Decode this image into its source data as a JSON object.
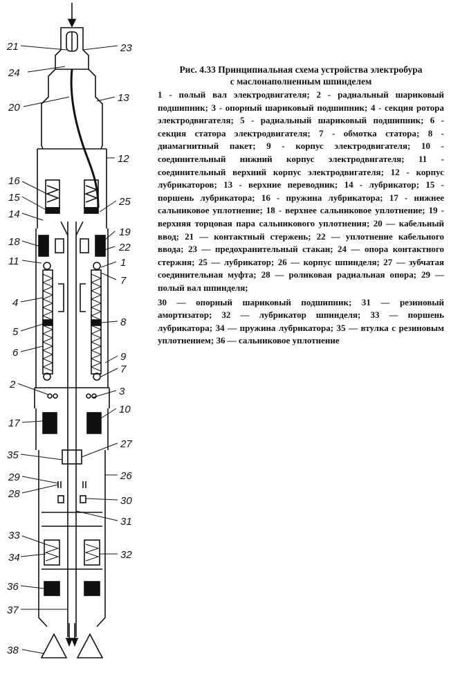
{
  "figure": {
    "title_line1": "Рис. 4.33 Принципиальная схема устройства электробура",
    "title_line2": "с маслонаполненным шпинделем",
    "legend_paragraph_1": "1 - полый вал электродвигателя; 2 - радиальный шариковый подшипник; 3 - опорный шариковый подшипник; 4 - секция ротора электродвигателя; 5 - радиальный шариковый подшипник; 6 - секция статора электродвигателя; 7 - обмотка статора; 8 - диамагнитный пакет; 9 - корпус электродвигателя; 10 - соединительный нижний корпус электродвигателя; 11 - соединительный верхний корпус электродвигателя; 12 - корпус лубрикаторов; 13 - верхние переводник; 14 - лубрикатор; 15 - поршень лубрикатора; 16 - пружина лубрикатора; 17 - нижнее сальниковое уплотнение; 18 - верхнее сальниковое уплотнение; 19 - верхняя торцовая пара сальникового уплотнения; 20 — кабельный ввод; 21 — контактный стержень; 22 — уплотнение кабельного ввода; 23 — предохранительный стакан; 24 — опора контактного стержня; 25 — лубрикатор; 26 — корпус шпинделя; 27 — зубчатая соединительная муфта; 28 — роликовая радиальная опора; 29 — полый вал шпинделя;",
    "legend_paragraph_2": "30 — опорный шариковый подшипник; 31 — резиновый амортизатор; 32 — лубрикатор шпинделя; 33 — поршень лубрикатора; 34 — пружина лубрикатора; 35 — втулка с резиновым уплотнением; 36 — сальниковое уплотнение"
  },
  "callouts": [
    {
      "num": "21"
    },
    {
      "num": "23"
    },
    {
      "num": "24"
    },
    {
      "num": "20"
    },
    {
      "num": "13"
    },
    {
      "num": "12"
    },
    {
      "num": "16"
    },
    {
      "num": "15"
    },
    {
      "num": "25"
    },
    {
      "num": "14"
    },
    {
      "num": "18"
    },
    {
      "num": "19"
    },
    {
      "num": "22"
    },
    {
      "num": "11"
    },
    {
      "num": "1"
    },
    {
      "num": "7"
    },
    {
      "num": "4"
    },
    {
      "num": "5"
    },
    {
      "num": "8"
    },
    {
      "num": "6"
    },
    {
      "num": "9"
    },
    {
      "num": "7"
    },
    {
      "num": "2"
    },
    {
      "num": "3"
    },
    {
      "num": "17"
    },
    {
      "num": "10"
    },
    {
      "num": "27"
    },
    {
      "num": "35"
    },
    {
      "num": "29"
    },
    {
      "num": "26"
    },
    {
      "num": "28"
    },
    {
      "num": "30"
    },
    {
      "num": "31"
    },
    {
      "num": "33"
    },
    {
      "num": "32"
    },
    {
      "num": "34"
    },
    {
      "num": "36"
    },
    {
      "num": "37"
    },
    {
      "num": "38"
    }
  ]
}
